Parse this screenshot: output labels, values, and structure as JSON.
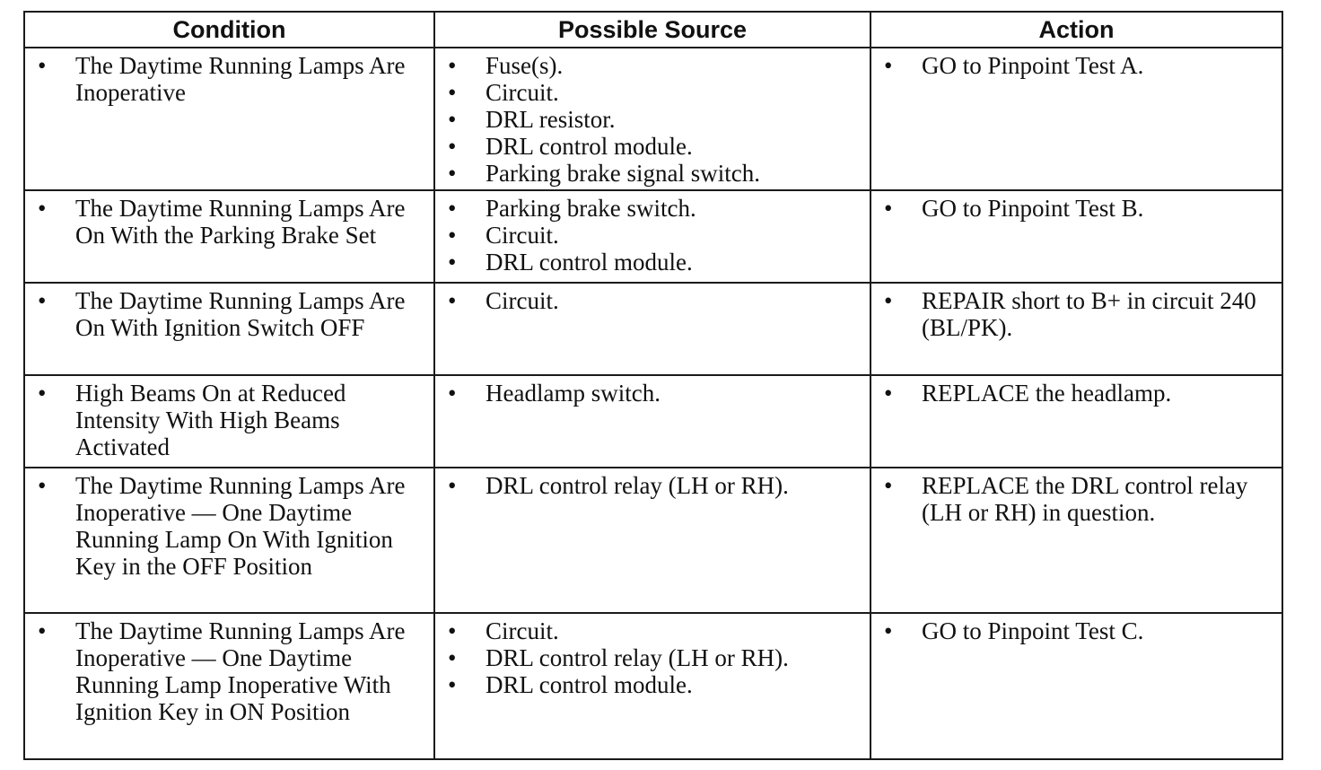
{
  "headers": {
    "condition": "Condition",
    "source": "Possible Source",
    "action": "Action"
  },
  "rows": [
    {
      "condition": "The Daytime Running Lamps Are Inoperative",
      "sources": [
        "Fuse(s).",
        "Circuit.",
        "DRL resistor.",
        "DRL control module.",
        "Parking brake signal switch."
      ],
      "action": "GO to Pinpoint Test A."
    },
    {
      "condition": "The Daytime Running Lamps Are On With the Parking Brake Set",
      "sources": [
        "Parking brake switch.",
        "Circuit.",
        "DRL control module."
      ],
      "action": "GO to Pinpoint Test B."
    },
    {
      "condition": "The Daytime Running Lamps Are On With Ignition Switch OFF",
      "sources": [
        "Circuit."
      ],
      "action": "REPAIR short to B+ in circuit 240 (BL/PK)."
    },
    {
      "condition": "High Beams On at Reduced Intensity With High Beams Activated",
      "sources": [
        "Headlamp switch."
      ],
      "action": "REPLACE the headlamp."
    },
    {
      "condition": "The Daytime Running Lamps Are Inoperative — One Daytime Running Lamp On With Ignition Key in the OFF Position",
      "sources": [
        "DRL control relay (LH or RH)."
      ],
      "action": "REPLACE the DRL control relay (LH or RH) in question."
    },
    {
      "condition": "The Daytime Running Lamps Are Inoperative — One Daytime Running Lamp Inoperative With Ignition Key in ON Position",
      "sources": [
        "Circuit.",
        "DRL control relay (LH or RH).",
        "DRL control module."
      ],
      "action": "GO to Pinpoint Test C."
    }
  ]
}
